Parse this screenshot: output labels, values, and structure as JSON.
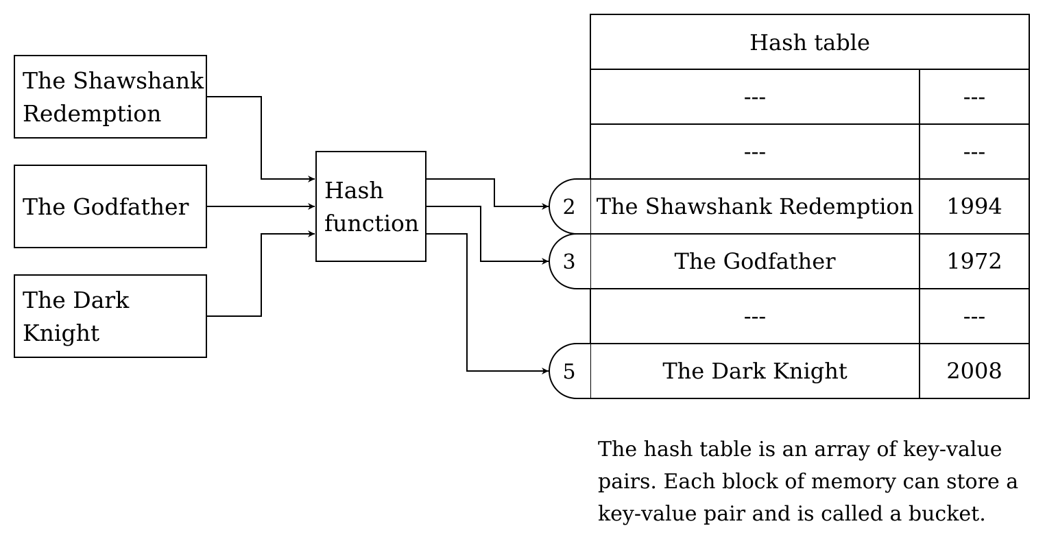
{
  "keys": [
    {
      "line1": "The Shawshank",
      "line2": "Redemption"
    },
    {
      "line1": "The Godfather",
      "line2": ""
    },
    {
      "line1": "The Dark",
      "line2": "Knight"
    }
  ],
  "hash_function": {
    "line1": "Hash",
    "line2": "function"
  },
  "hash_table": {
    "title": "Hash table",
    "rows": [
      {
        "index": "",
        "key": "---",
        "value": "---"
      },
      {
        "index": "",
        "key": "---",
        "value": "---"
      },
      {
        "index": "2",
        "key": "The Shawshank Redemption",
        "value": "1994"
      },
      {
        "index": "3",
        "key": "The Godfather",
        "value": "1972"
      },
      {
        "index": "",
        "key": "---",
        "value": "---"
      },
      {
        "index": "5",
        "key": "The Dark Knight",
        "value": "2008"
      }
    ]
  },
  "caption": "The hash table is an array of key-value pairs. Each block of memory can store a key-value pair and is called a bucket.",
  "colors": {
    "stroke": "#000000",
    "background": "#ffffff"
  }
}
